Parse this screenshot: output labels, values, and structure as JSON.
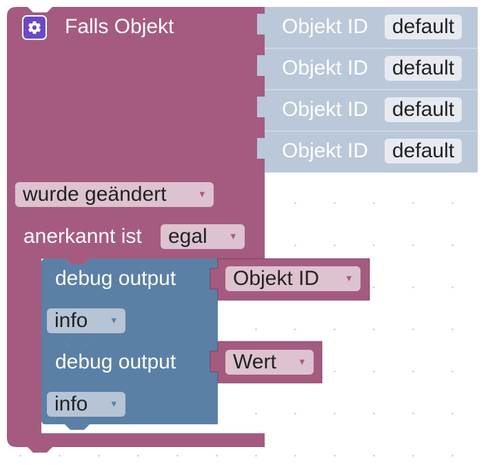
{
  "colors": {
    "event_block": "#a55b80",
    "debug_block": "#5b80a5",
    "object_id_block": "#bac8d9",
    "gear_badge": "#6b49c5"
  },
  "event_block": {
    "title": "Falls Objekt",
    "gear_icon": "gear-icon",
    "object_inputs": [
      {
        "label": "Objekt ID",
        "value": "default"
      },
      {
        "label": "Objekt ID",
        "value": "default"
      },
      {
        "label": "Objekt ID",
        "value": "default"
      },
      {
        "label": "Objekt ID",
        "value": "default"
      }
    ],
    "trigger_value": "wurde geändert",
    "ack_label": "anerkannt ist",
    "ack_value": "egal",
    "dropdown_arrow": "▾"
  },
  "debug_blocks": [
    {
      "label": "debug output",
      "level": "info",
      "arg_value": "Objekt ID"
    },
    {
      "label": "debug output",
      "level": "info",
      "arg_value": "Wert"
    }
  ]
}
